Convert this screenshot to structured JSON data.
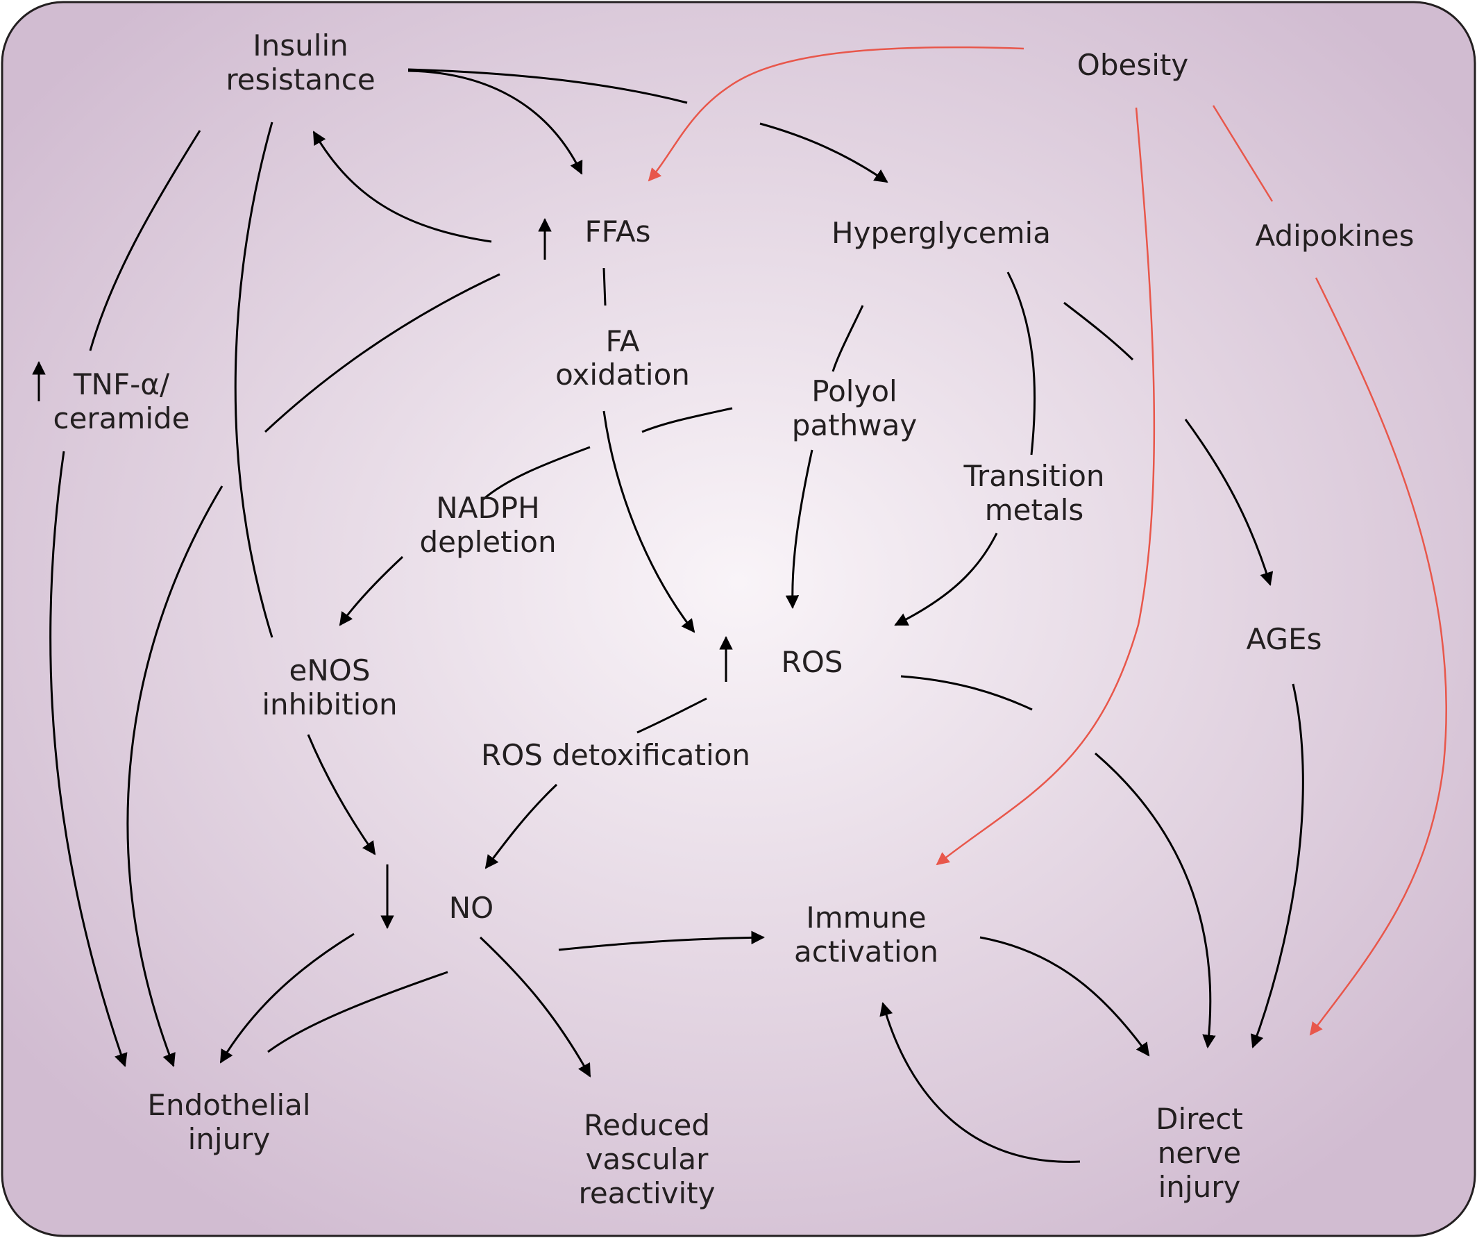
{
  "nodes": {
    "insulin_resistance": [
      "Insulin",
      "resistance"
    ],
    "obesity": [
      "Obesity"
    ],
    "ffas": [
      "FFAs"
    ],
    "hyperglycemia": [
      "Hyperglycemia"
    ],
    "adipokines": [
      "Adipokines"
    ],
    "tnf_ceramide": [
      "TNF-α/",
      "ceramide"
    ],
    "fa_oxidation": [
      "FA",
      "oxidation"
    ],
    "polyol_pathway": [
      "Polyol",
      "pathway"
    ],
    "transition_metals": [
      "Transition",
      "metals"
    ],
    "nadph_depletion": [
      "NADPH",
      "depletion"
    ],
    "ages": [
      "AGEs"
    ],
    "ros": [
      "ROS"
    ],
    "enos_inhibition": [
      "eNOS",
      "inhibition"
    ],
    "ros_detoxification": [
      "ROS detoxification"
    ],
    "no": [
      "NO"
    ],
    "immune_activation": [
      "Immune",
      "activation"
    ],
    "endothelial_injury": [
      "Endothelial",
      "injury"
    ],
    "reduced_vascular_reactivity": [
      "Reduced",
      "vascular",
      "reactivity"
    ],
    "direct_nerve_injury": [
      "Direct",
      "nerve",
      "injury"
    ]
  },
  "colors": {
    "background_center": "#f7f1f6",
    "background_edge": "#d3bfd3",
    "border": "#231f20",
    "black_arrow": "#000000",
    "red_arrow": "#e8574b",
    "text": "#231f20"
  }
}
